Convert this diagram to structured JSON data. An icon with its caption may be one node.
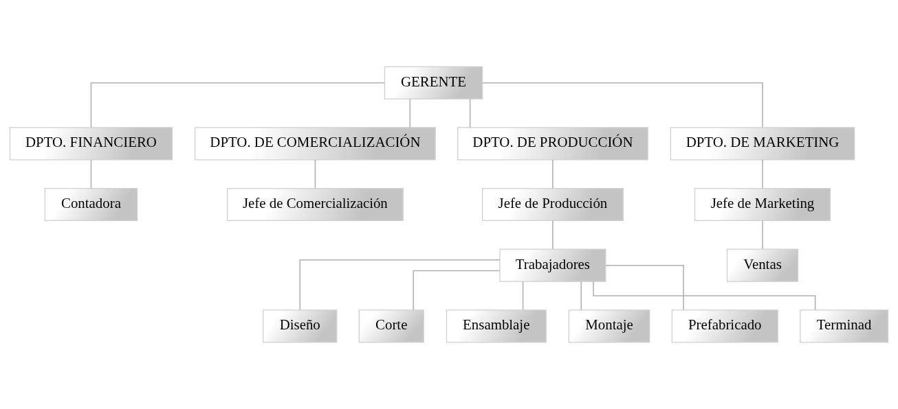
{
  "diagram": {
    "nodes": [
      {
        "text": [
          "GERENTE"
        ]
      },
      {
        "text": [
          "DPTO. FINANCIERO"
        ]
      },
      {
        "text": [
          "DPTO. DE COMERCIALIZACIÓN"
        ]
      },
      {
        "text": [
          "DPTO. DE PRODUCCIÓN"
        ]
      },
      {
        "text": [
          "DPTO. DE MARKETING"
        ]
      },
      {
        "text": [
          "Contadora"
        ]
      },
      {
        "text": [
          "Jefe de Comercialización"
        ]
      },
      {
        "text": [
          "Jefe de Producción"
        ]
      },
      {
        "text": [
          "Jefe de Marketing"
        ]
      },
      {
        "text": [
          "Trabajadores"
        ]
      },
      {
        "text": [
          "Ventas"
        ]
      },
      {
        "text": [
          "Diseño"
        ]
      },
      {
        "text": [
          "Corte"
        ]
      },
      {
        "text": [
          "Ensamblaje"
        ]
      },
      {
        "text": [
          "Montaje"
        ]
      },
      {
        "text": [
          "Prefabricado"
        ]
      },
      {
        "text": [
          "Terminad"
        ]
      }
    ],
    "edges": [
      {
        "from": 0,
        "to": 1,
        "arrow": "none"
      },
      {
        "from": 0,
        "to": 2,
        "arrow": "none"
      },
      {
        "from": 0,
        "to": 3,
        "arrow": "none"
      },
      {
        "from": 0,
        "to": 4,
        "arrow": "none"
      },
      {
        "from": 1,
        "to": 5,
        "arrow": "none"
      },
      {
        "from": 2,
        "to": 6,
        "arrow": "none"
      },
      {
        "from": 3,
        "to": 7,
        "arrow": "none"
      },
      {
        "from": 4,
        "to": 8,
        "arrow": "none"
      },
      {
        "from": 7,
        "to": 9,
        "arrow": "none"
      },
      {
        "from": 8,
        "to": 10,
        "arrow": "none"
      },
      {
        "from": 9,
        "to": 11,
        "arrow": "none"
      },
      {
        "from": 9,
        "to": 12,
        "arrow": "none"
      },
      {
        "from": 9,
        "to": 13,
        "arrow": "none"
      },
      {
        "from": 9,
        "to": 14,
        "arrow": "none"
      },
      {
        "from": 9,
        "to": 15,
        "arrow": "none"
      },
      {
        "from": 9,
        "to": 16,
        "arrow": "none"
      }
    ]
  }
}
